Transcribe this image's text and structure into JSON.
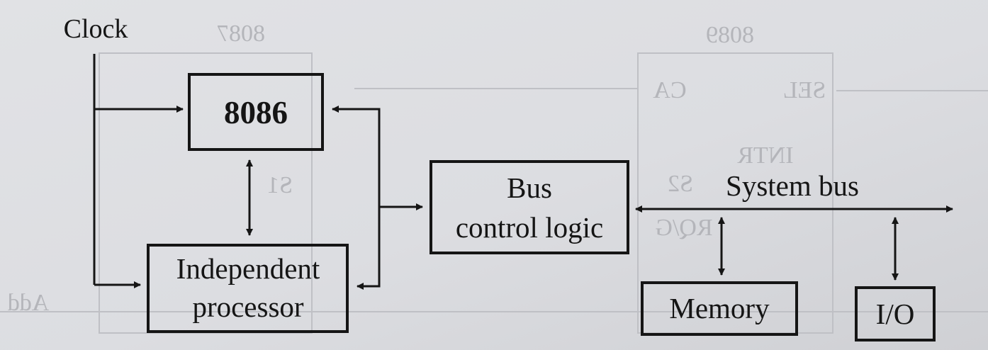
{
  "diagram": {
    "clock_label": "Clock",
    "cpu_label": "8086",
    "coprocessor_label_line1": "Independent",
    "coprocessor_label_line2": "processor",
    "bus_control_line1": "Bus",
    "bus_control_line2": "control logic",
    "system_bus_label": "System bus",
    "memory_label": "Memory",
    "io_label": "I/O",
    "ghost_top_left_label": "8087",
    "ghost_top_right_label": "8089",
    "ghost_pin_sel": "SEL",
    "ghost_pin_ca": "CA",
    "ghost_pin_intr": "INTR",
    "ghost_pin_s1": "S1",
    "ghost_pin_s2": "S2",
    "ghost_pin_rq": "RQ/G",
    "ghost_addr": "Add"
  },
  "colors": {
    "background": "#dcdde0",
    "ink": "#151515",
    "ghost": "#b4b5ba"
  }
}
